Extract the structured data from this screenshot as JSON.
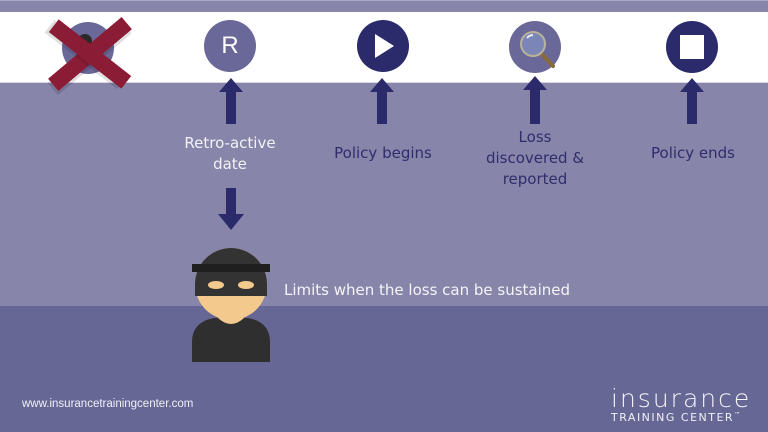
{
  "timeline": {
    "items": [
      {
        "id": "eliminated",
        "icon": "crossed-out-circle-icon",
        "label": ""
      },
      {
        "id": "retro",
        "icon": "letter-r-circle-icon",
        "glyph": "R",
        "label_line1": "Retro-active",
        "label_line2": "date"
      },
      {
        "id": "begin",
        "icon": "play-circle-icon",
        "label": "Policy begins"
      },
      {
        "id": "loss",
        "icon": "magnifier-circle-icon",
        "label_line1": "Loss",
        "label_line2": "discovered &",
        "label_line3": "reported"
      },
      {
        "id": "end",
        "icon": "stop-circle-icon",
        "label": "Policy ends"
      }
    ]
  },
  "caption": "Limits when the loss can be sustained",
  "footer": {
    "url": "www.insurancetrainingcenter.com",
    "logo_line1": "insurance",
    "logo_line2": "TRAINING CENTER",
    "logo_tm": "™"
  },
  "colors": {
    "dark_navy": "#2b2a6b",
    "mid_purple": "#8785a9",
    "low_purple": "#676796",
    "muted_circle": "#6a6899",
    "red_x": "#8b1c35",
    "skin": "#f4c98e",
    "mask": "#333333"
  }
}
